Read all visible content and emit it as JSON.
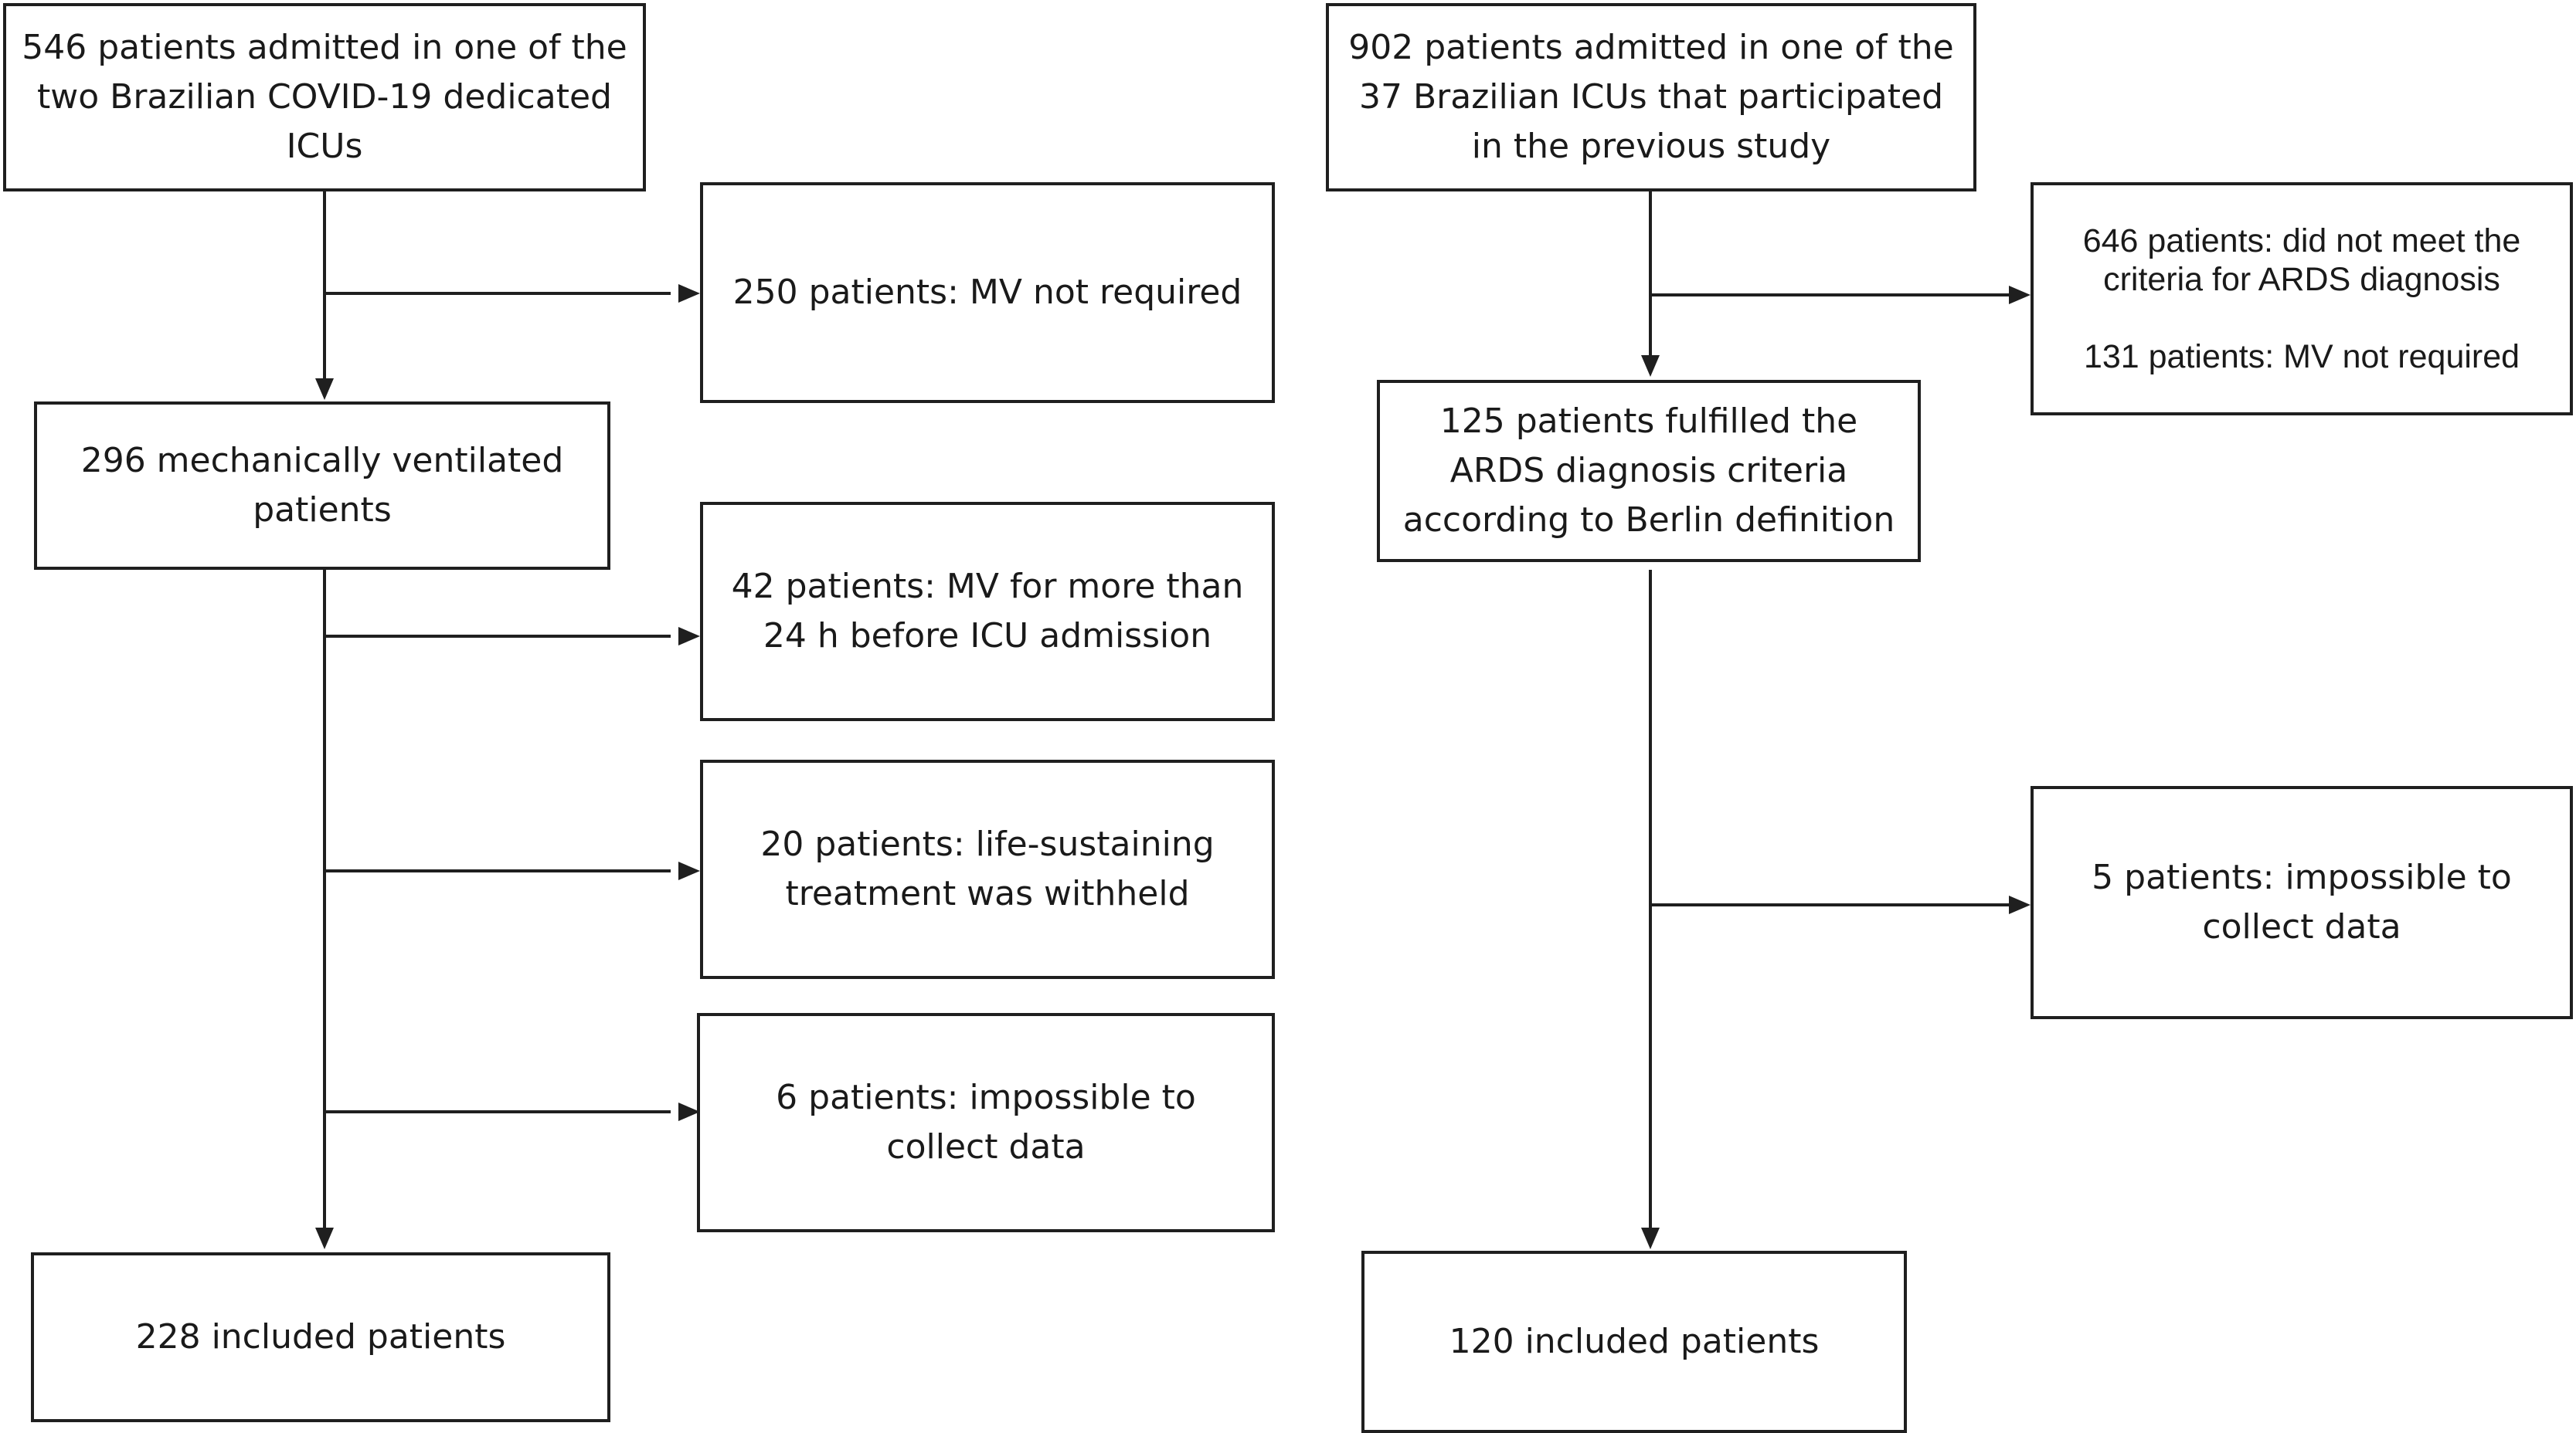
{
  "left_flow": {
    "start": {
      "lines": [
        "546 patients admitted in one of the",
        "two Brazilian COVID-19 dedicated",
        "ICUs"
      ]
    },
    "excl_mv_not_required": {
      "lines": [
        "250 patients: MV not required"
      ]
    },
    "ventilated": {
      "lines": [
        "296 mechanically ventilated",
        "patients"
      ]
    },
    "excl_mv_24h": {
      "lines": [
        "42 patients: MV for more than",
        "24 h before ICU admission"
      ]
    },
    "excl_life_sustaining": {
      "lines": [
        "20 patients: life-sustaining",
        "treatment was withheld"
      ]
    },
    "excl_impossible": {
      "lines": [
        "6 patients: impossible to",
        "collect data"
      ]
    },
    "included": {
      "lines": [
        "228 included patients"
      ]
    }
  },
  "right_flow": {
    "start": {
      "lines": [
        "902 patients admitted in one of the",
        "37 Brazilian ICUs that participated",
        "in the previous study"
      ]
    },
    "excl_ards_mv": {
      "lines": [
        "646 patients: did not meet the",
        "criteria for ARDS diagnosis",
        "",
        "131 patients: MV not required"
      ]
    },
    "ards": {
      "lines": [
        "125 patients fulfilled the",
        "ARDS diagnosis criteria",
        "according to Berlin definition"
      ]
    },
    "excl_impossible": {
      "lines": [
        "5 patients: impossible to",
        "collect data"
      ]
    },
    "included": {
      "lines": [
        "120 included patients"
      ]
    }
  }
}
